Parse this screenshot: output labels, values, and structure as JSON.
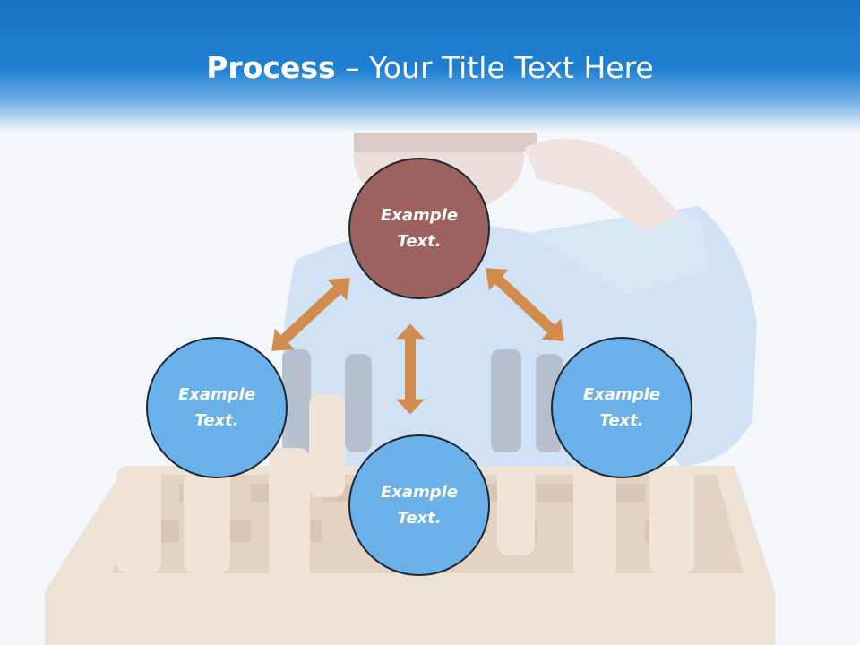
{
  "slide": {
    "title_bold": "Process",
    "title_rest": " – Your Title Text Here"
  },
  "diagram": {
    "top": "Example Text.",
    "left": "Example Text.",
    "right": "Example Text.",
    "bottom": "Example Text."
  },
  "colors": {
    "header": "#1f80d2",
    "top_node": "#9e625e",
    "side_nodes": "#6ab1e9",
    "arrows": "#d28d4e"
  },
  "icons": [
    "double-arrow-icon"
  ]
}
